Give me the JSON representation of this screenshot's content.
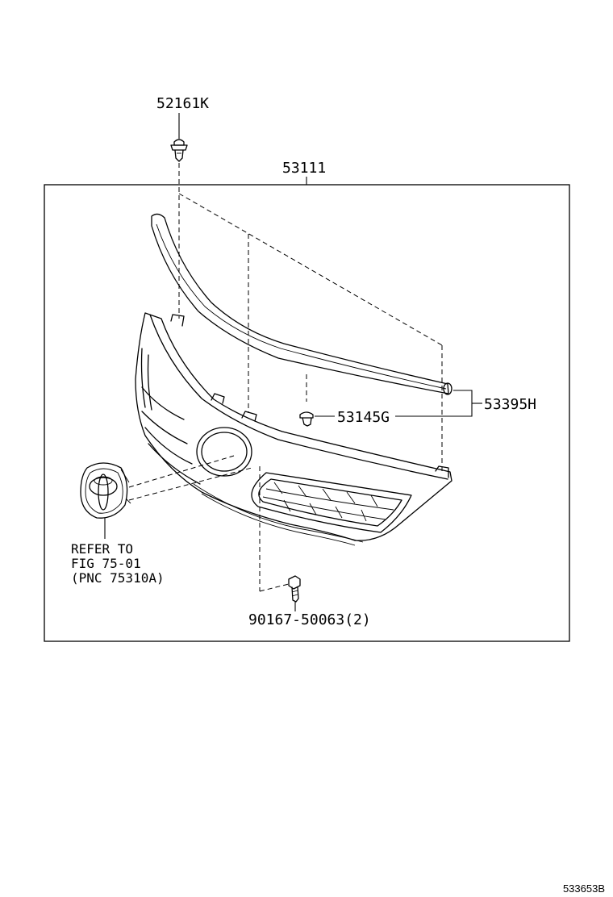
{
  "parts": {
    "clip_top": "52161K",
    "grille_assy": "53111",
    "molding": "53395H",
    "clip_molding": "53145G",
    "screw": "90167-50063(2)"
  },
  "reference": {
    "line1": "REFER TO",
    "line2": "FIG 75-01",
    "line3": "(PNC 75310A)"
  },
  "figure_id": "533653B",
  "icons": [
    "toyota-emblem-icon",
    "clip-icon",
    "screw-icon"
  ]
}
